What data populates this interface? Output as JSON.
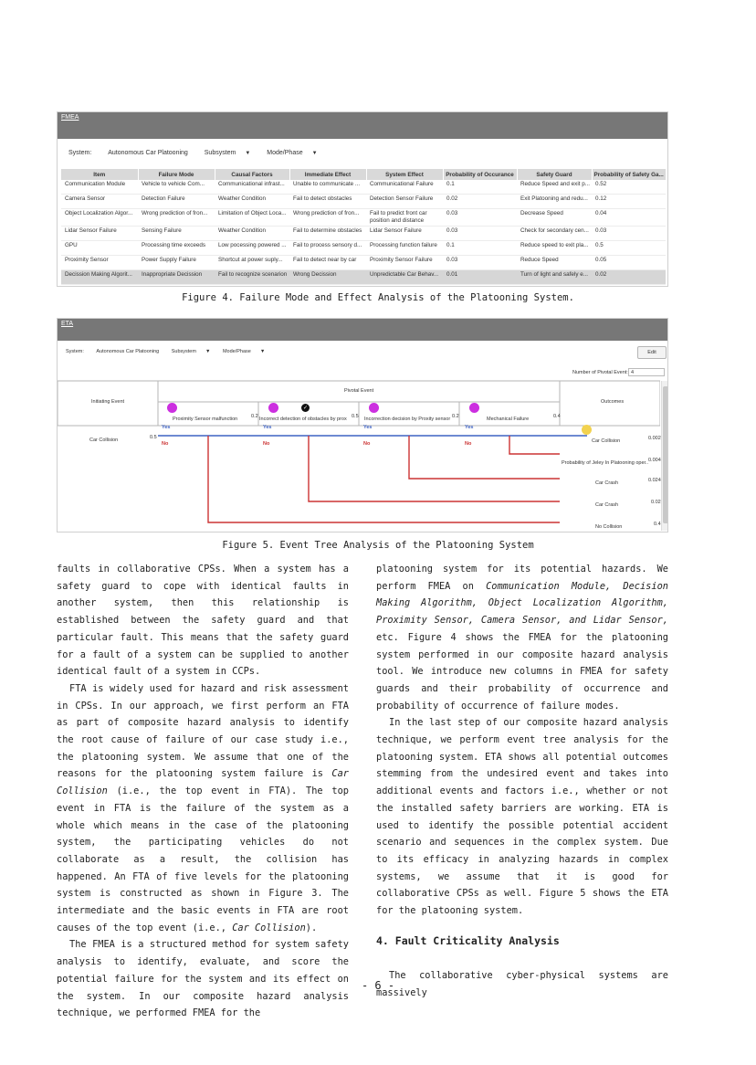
{
  "fmea": {
    "title": "FMEA",
    "system_label": "System:",
    "system_value": "Autonomous Car Platooning",
    "subsystem_label": "Subsystem",
    "mode_label": "Mode/Phase",
    "columns": [
      "Item",
      "Failure Mode",
      "Causal Factors",
      "Immediate Effect",
      "System Effect",
      "Probability of Occurance",
      "Safety Guard",
      "Probability of Safety Ga..."
    ],
    "rows": [
      [
        "Communication Module",
        "Vehicle to vehicle Com...",
        "Communicational infrast...",
        "Unable to communicate ...",
        "Communicational Failure",
        "0.1",
        "Reduce Speed and exit p...",
        "0.52"
      ],
      [
        "Camera Sensor",
        "Detection Failure",
        "Weather Condition",
        "Fail to detect obstacles",
        "Detection Sensor Failure",
        "0.02",
        "Exit Platooning and redu...",
        "0.12"
      ],
      [
        "Object Localization Algor...",
        "Wrong prediction of fron...",
        "Limitation of Object Loca...",
        "Wrong prediction of fron...",
        "Fail to predict front car position and distance",
        "0.03",
        "Decrease Speed",
        "0.04"
      ],
      [
        "Lidar Sensor Failure",
        "Sensing Failure",
        "Weather Condition",
        "Fail to determine obstacles",
        "Lidar Sensor Failure",
        "0.03",
        "Check for secondary cen...",
        "0.03"
      ],
      [
        "GPU",
        "Processing time exceeds",
        "Low pocessing powered ...",
        "Fail to process sensory d...",
        "Processing function failure",
        "0.1",
        "Reduce speed to exit pla...",
        "0.5"
      ],
      [
        "Proximity Sensor",
        "Power Supply Failure",
        "Shortcut at power suply...",
        "Fail to detect near by car",
        "Proximity Sensor Failure",
        "0.03",
        "Reduce Speed",
        "0.05"
      ],
      [
        "Decission Making Algorit...",
        "Inappropriate Decission",
        "Fail to recognize scenarion",
        "Wrong Decission",
        "Unpredictable Car Behav...",
        "0.01",
        "Turn of light and safely e...",
        "0.02"
      ]
    ],
    "selected_row": 6
  },
  "captions": {
    "fig4": "Figure 4. Failure Mode and Effect Analysis of the Platooning System.",
    "fig5": "Figure 5. Event Tree Analysis of the Platooning System"
  },
  "eta": {
    "title": "ETA",
    "system_label": "System:",
    "system_value": "Autonomous Car Platooning",
    "subsystem_label": "Subsystem",
    "mode_label": "Mode/Phase",
    "edit_label": "Edit",
    "pivot_label": "Number of Pivotal Event:",
    "pivot_value": "4",
    "initiating_header": "Initiating Event",
    "pivotal_header": "Pivotal Event",
    "outcomes_header": "Outcomes",
    "initiating_event": "Car Collision",
    "initiating_prob": "0.5",
    "events": [
      {
        "label": "Proximity Sensor malfunction",
        "prob": "0.2"
      },
      {
        "label": "Incorrect detection of obstacles by prox...",
        "prob": "0.5"
      },
      {
        "label": "Incorrection decision by Proxity sensor",
        "prob": "0.2"
      },
      {
        "label": "Mechanical Failure",
        "prob": "0.4"
      }
    ],
    "yes": "Yes",
    "no": "No",
    "outcomes": [
      {
        "label": "Car Collision",
        "value": "0.002"
      },
      {
        "label": "Probability of Jeley In Platooning oper...",
        "value": "0.004"
      },
      {
        "label": "Car Crash",
        "value": "0.024"
      },
      {
        "label": "Car Crash",
        "value": "0.02"
      },
      {
        "label": "No Collision",
        "value": "0.4"
      }
    ]
  },
  "body": {
    "left_p1": "faults in collaborative CPSs. When a system has a safety guard to cope with identical faults in another system, then this relationship is established between the safety guard and that particular fault. This means that the safety guard for a fault of a system can be supplied to another identical fault of a system in CCPs.",
    "left_p2_a": "FTA is widely used for hazard and risk assessment in CPSs. In our approach, we first perform an FTA as part of composite hazard analysis to identify the root cause of failure of our case study i.e., the platooning system. We assume that one of the reasons for the platooning system failure is ",
    "left_p2_em1": "Car Collision",
    "left_p2_b": " (i.e., the top event in FTA). The top event in FTA is the failure of the system as a whole which means in the case of the platooning system, the participating vehicles do not collaborate as a result, the collision has happened. An FTA of five levels for the platooning system is constructed as shown in Figure 3. The intermediate and the basic events in FTA are root causes of the top event (i.e., ",
    "left_p2_em2": "Car Collision",
    "left_p2_c": ").",
    "left_p3": "The FMEA is a structured method for system safety analysis to identify, evaluate, and score the potential failure for the system and its effect on the system. In our composite hazard analysis technique, we performed FMEA for the",
    "right_p1_a": "platooning system for its potential hazards. We perform FMEA on ",
    "right_p1_em": "Communication Module, Decision Making Algorithm, Object Localization Algorithm, Proximity Sensor, Camera Sensor, and Lidar Sensor,",
    "right_p1_b": " etc. Figure 4 shows the FMEA for the platooning system performed in our composite hazard analysis tool. We introduce new columns in FMEA for safety guards and their probability of occurrence and probability of occurrence of failure modes.",
    "right_p2": "In the last step of our composite hazard analysis technique, we perform event tree analysis for the platooning system. ETA shows all potential outcomes stemming from the undesired event and takes into additional events and factors i.e., whether or not the installed safety barriers are working. ETA is used to identify the possible potential accident scenario and sequences in the complex system. Due to its efficacy in analyzing hazards in complex systems, we assume that it is good for collaborative CPSs as well. Figure 5 shows the ETA for the platooning system.",
    "section_heading": "4. Fault Criticality Analysis",
    "right_p3": "The collaborative cyber-physical systems are massively"
  },
  "page_number": "- 6 -",
  "colors": {
    "header_bar": "#777777",
    "event_dot": "#cc2fe0",
    "yes_line": "#3f63c4",
    "no_line": "#cc3333",
    "outcome_dot": "#f2d24f"
  }
}
